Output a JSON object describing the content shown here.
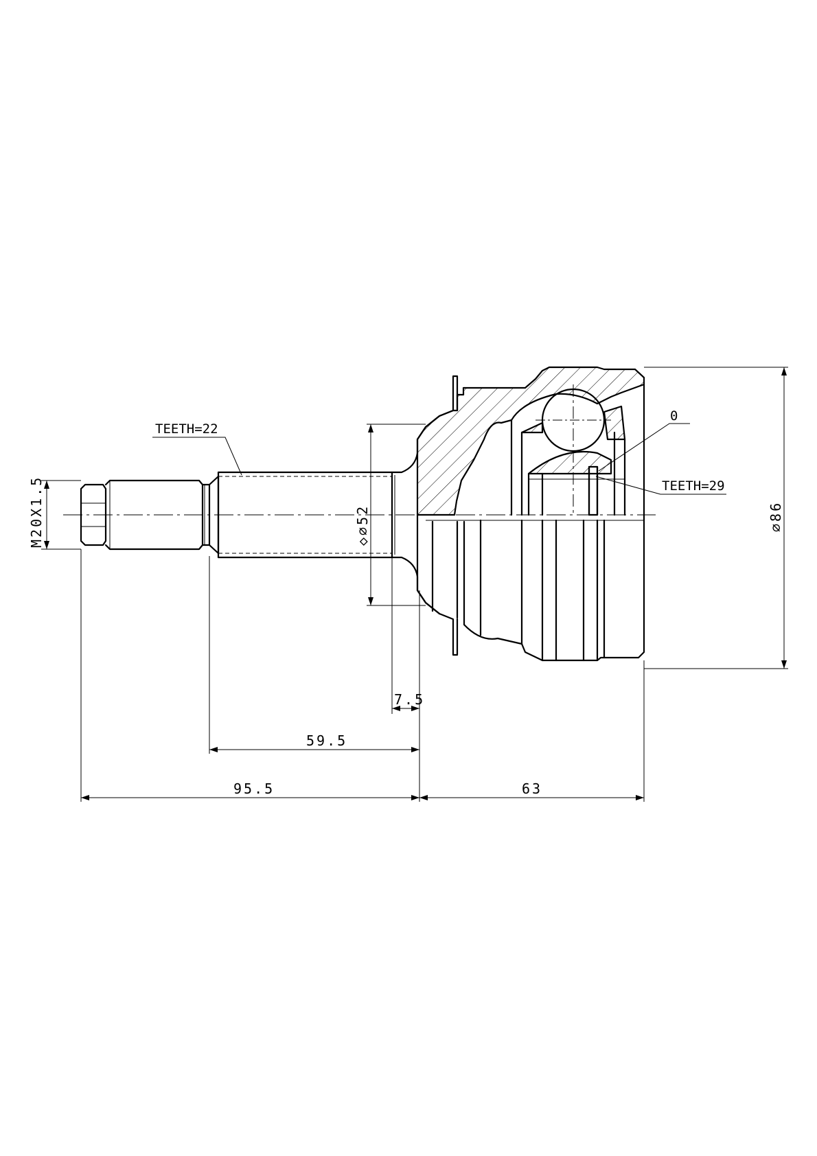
{
  "labels": {
    "teeth_shaft": "TEETH=22",
    "teeth_inner": "TEETH=29",
    "o_mark": "0",
    "thread": "M20X1.5",
    "abs_ring": "◇⌀52",
    "outer_dia": "⌀86"
  },
  "dimensions": {
    "d_7_5": "7.5",
    "d_59_5": "59.5",
    "d_95_5": "95.5",
    "d_63": "63"
  }
}
